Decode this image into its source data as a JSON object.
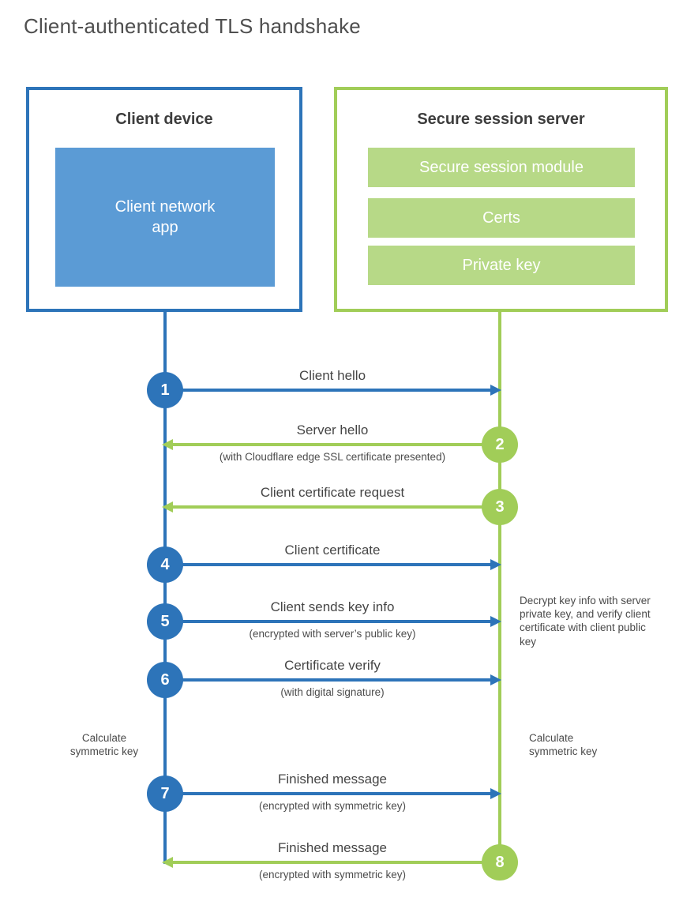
{
  "title": "Client-authenticated TLS handshake",
  "client_box": {
    "title": "Client device",
    "app_label": "Client network app"
  },
  "server_box": {
    "title": "Secure session server",
    "bars": [
      {
        "label": "Secure session module"
      },
      {
        "label": "Certs"
      },
      {
        "label": "Private key"
      }
    ]
  },
  "messages": [
    {
      "num": "1",
      "label": "Client hello"
    },
    {
      "num": "2",
      "label": "Server hello",
      "sublabel": "(with Cloudflare edge SSL certificate presented)"
    },
    {
      "num": "3",
      "label": "Client certificate request"
    },
    {
      "num": "4",
      "label": "Client certificate"
    },
    {
      "num": "5",
      "label": "Client sends key info",
      "sublabel": "(encrypted with server’s public key)"
    },
    {
      "num": "6",
      "label": "Certificate verify",
      "sublabel": "(with digital signature)"
    },
    {
      "num": "7",
      "label": "Finished message",
      "sublabel": "(encrypted with symmetric key)"
    },
    {
      "num": "8",
      "label": "Finished message",
      "sublabel": "(encrypted with symmetric key)"
    }
  ],
  "notes": {
    "decrypt": "Decrypt key info with server private key, and verify client certificate with client public key",
    "calc_left": "Calculate symmetric key",
    "calc_right": "Calculate symmetric key"
  },
  "colors": {
    "blue": "#2d74b9",
    "blue_fill": "#5b9bd5",
    "green": "#a1cd58",
    "green_fill": "#b7d987"
  }
}
